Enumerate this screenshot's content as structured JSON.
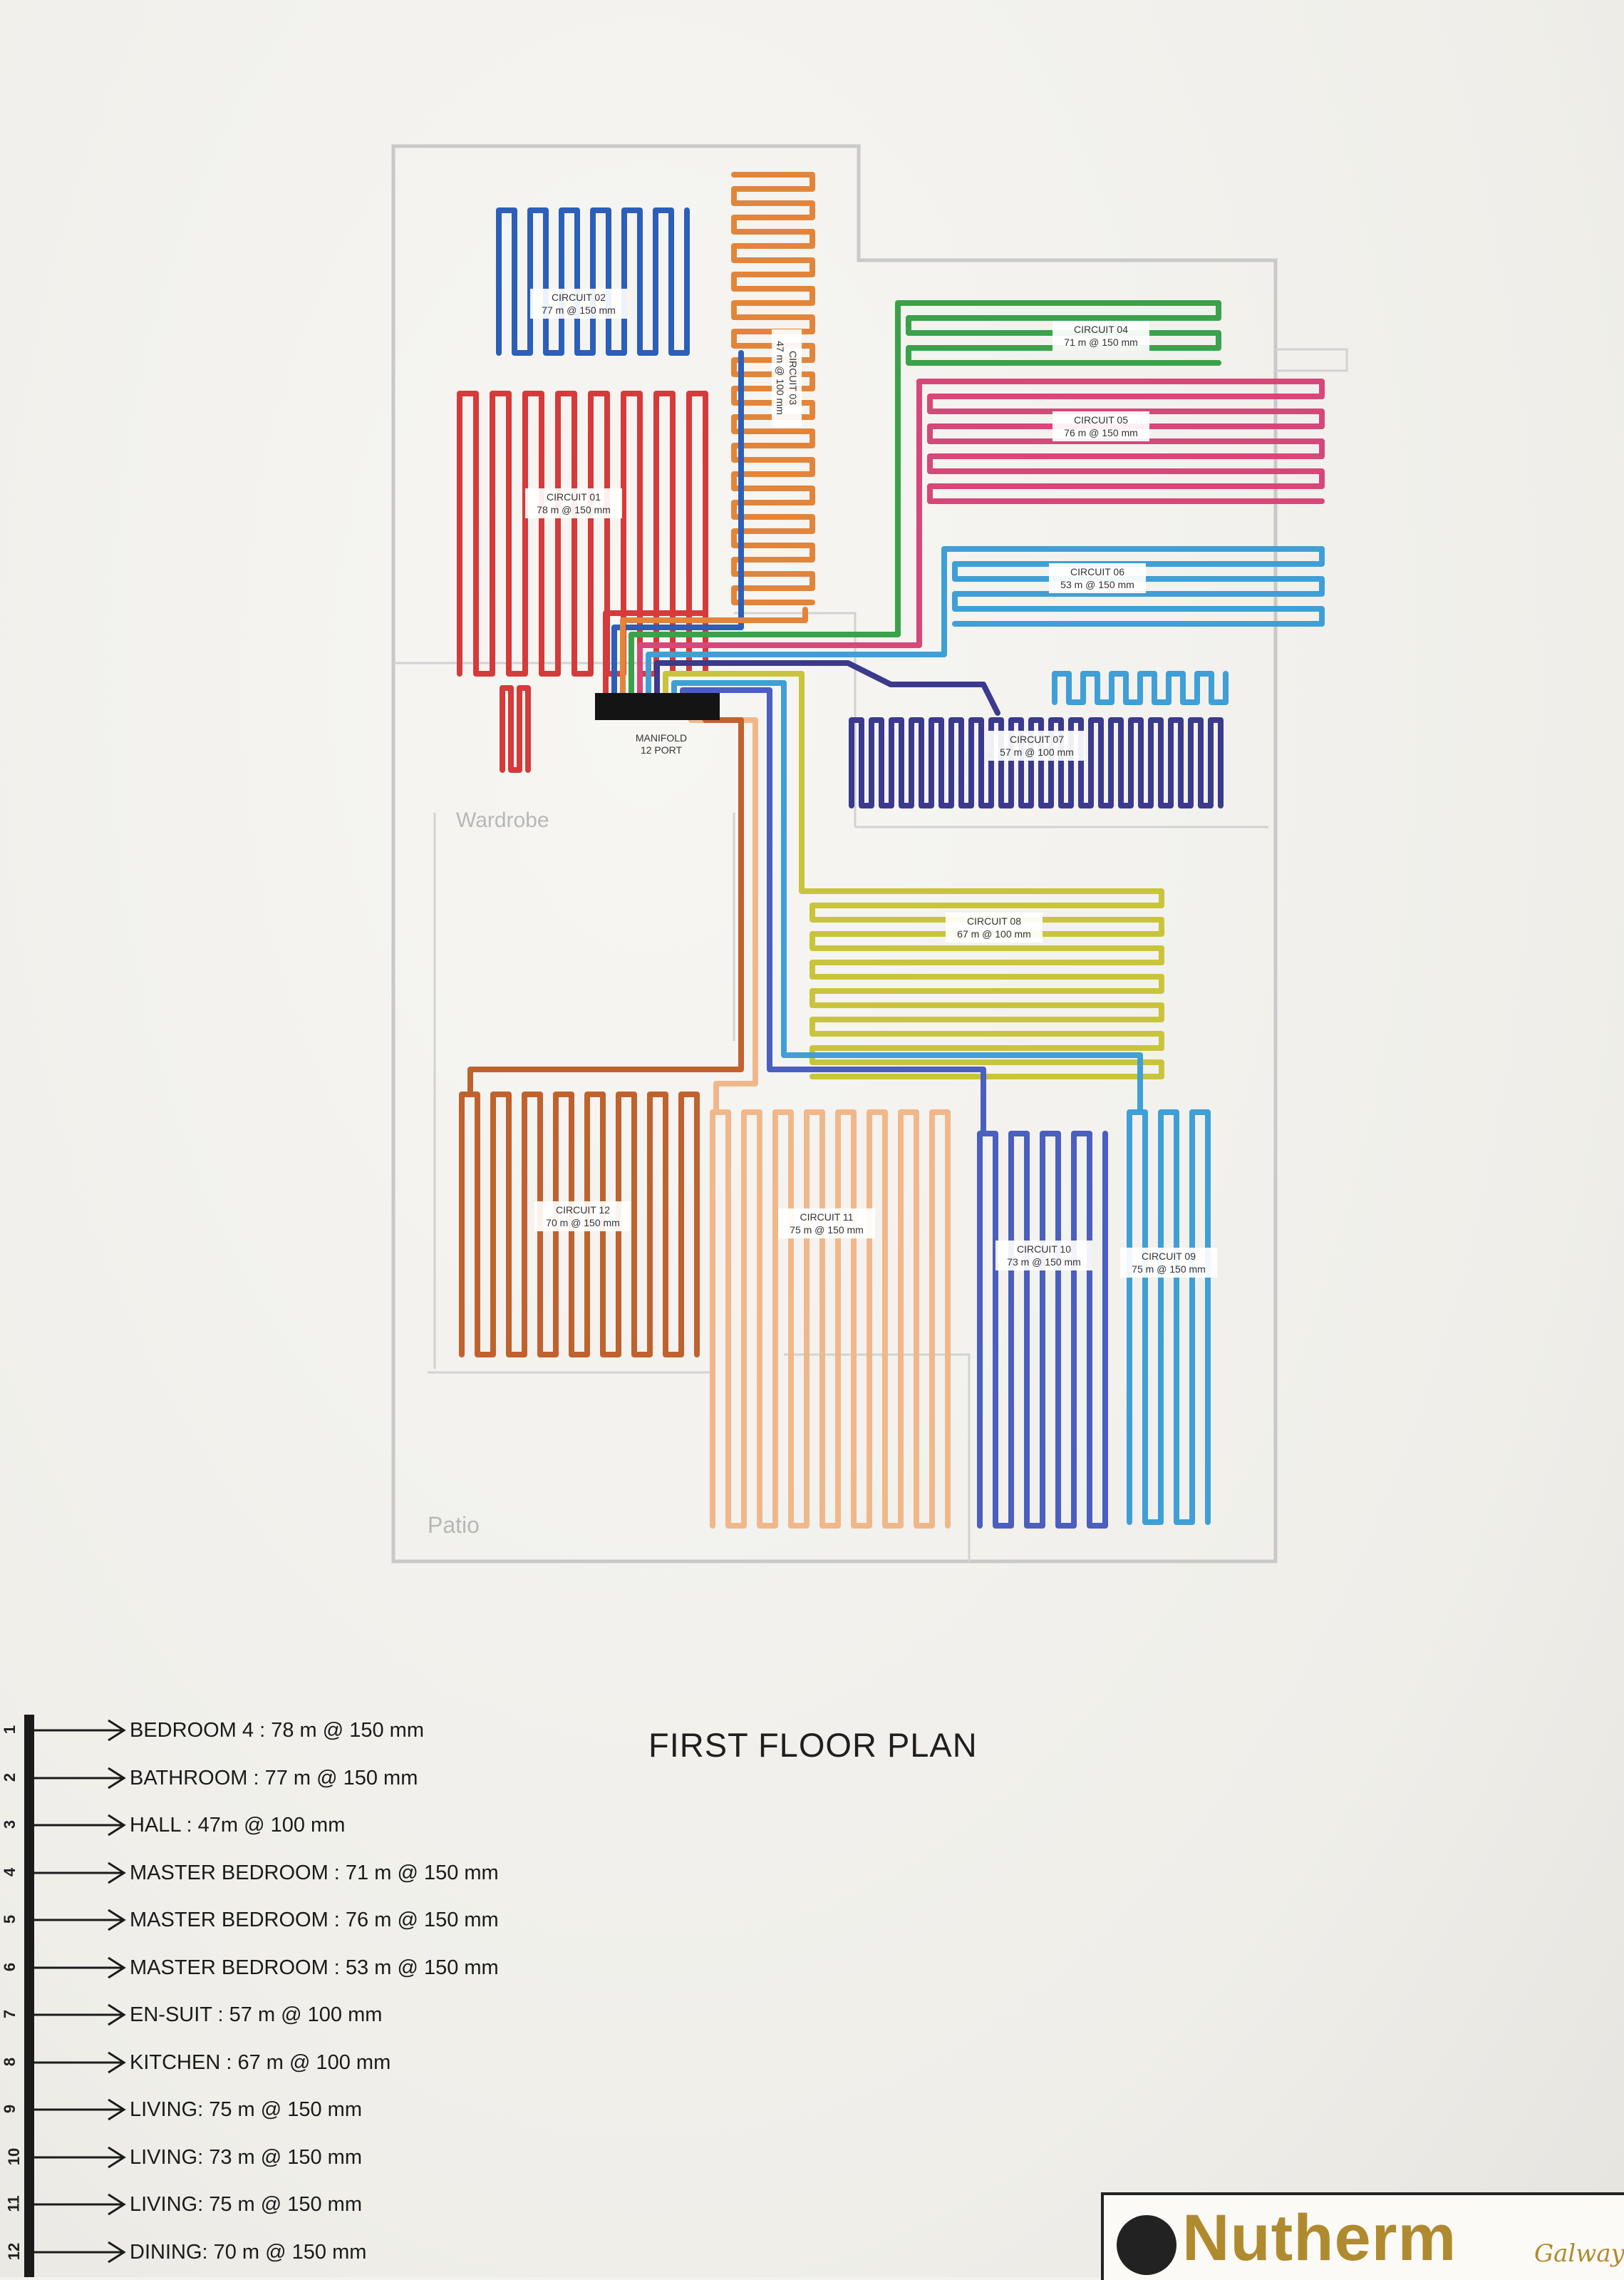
{
  "plan": {
    "title": "FIRST FLOOR PLAN",
    "manifold": {
      "label_line1": "MANIFOLD",
      "label_line2": "12 PORT"
    },
    "ghost_labels": {
      "wardrobe": "Wardrobe",
      "patio": "Patio"
    },
    "colors": {
      "c01": "#d63a3a",
      "c02": "#2b5fb8",
      "c03": "#e2853a",
      "c04": "#3aa24a",
      "c05": "#d6477a",
      "c06": "#3f9fd6",
      "c07": "#3b3a8e",
      "c08": "#c9c43a",
      "c09": "#3f9fd6",
      "c10": "#4a5fc0",
      "c11": "#f0b88a",
      "c12": "#c0622e"
    },
    "circuits": [
      {
        "id": "c01",
        "name": "CIRCUIT 01",
        "spec": "78 m @ 150 mm"
      },
      {
        "id": "c02",
        "name": "CIRCUIT 02",
        "spec": "77 m @ 150 mm"
      },
      {
        "id": "c03",
        "name": "CIRCUIT 03",
        "spec": "47 m @ 100 mm"
      },
      {
        "id": "c04",
        "name": "CIRCUIT 04",
        "spec": "71 m @ 150 mm"
      },
      {
        "id": "c05",
        "name": "CIRCUIT 05",
        "spec": "76 m @ 150 mm"
      },
      {
        "id": "c06",
        "name": "CIRCUIT 06",
        "spec": "53 m @ 150 mm"
      },
      {
        "id": "c07",
        "name": "CIRCUIT 07",
        "spec": "57 m @ 100 mm"
      },
      {
        "id": "c08",
        "name": "CIRCUIT 08",
        "spec": "67 m @ 100 mm"
      },
      {
        "id": "c09",
        "name": "CIRCUIT 09",
        "spec": "75 m @ 150 mm"
      },
      {
        "id": "c10",
        "name": "CIRCUIT 10",
        "spec": "73 m @ 150 mm"
      },
      {
        "id": "c11",
        "name": "CIRCUIT 11",
        "spec": "75 m @ 150 mm"
      },
      {
        "id": "c12",
        "name": "CIRCUIT 12",
        "spec": "70 m @ 150 mm"
      }
    ]
  },
  "legend": [
    {
      "num": "1",
      "text": "BEDROOM 4 : 78 m @ 150 mm"
    },
    {
      "num": "2",
      "text": "BATHROOM : 77 m @ 150 mm"
    },
    {
      "num": "3",
      "text": "HALL : 47m @ 100 mm"
    },
    {
      "num": "4",
      "text": "MASTER BEDROOM : 71 m @ 150 mm"
    },
    {
      "num": "5",
      "text": "MASTER BEDROOM : 76 m @ 150 mm"
    },
    {
      "num": "6",
      "text": "MASTER BEDROOM : 53 m @ 150 mm"
    },
    {
      "num": "7",
      "text": "EN-SUIT : 57 m @ 100 mm"
    },
    {
      "num": "8",
      "text": "KITCHEN : 67 m @ 100 mm"
    },
    {
      "num": "9",
      "text": "LIVING: 75 m @ 150 mm"
    },
    {
      "num": "10",
      "text": "LIVING: 73 m @ 150 mm"
    },
    {
      "num": "11",
      "text": "LIVING: 75 m @ 150 mm"
    },
    {
      "num": "12",
      "text": "DINING: 70 m @ 150 mm"
    }
  ],
  "logo": {
    "brand": "Nutherm",
    "sub": "Galway"
  }
}
